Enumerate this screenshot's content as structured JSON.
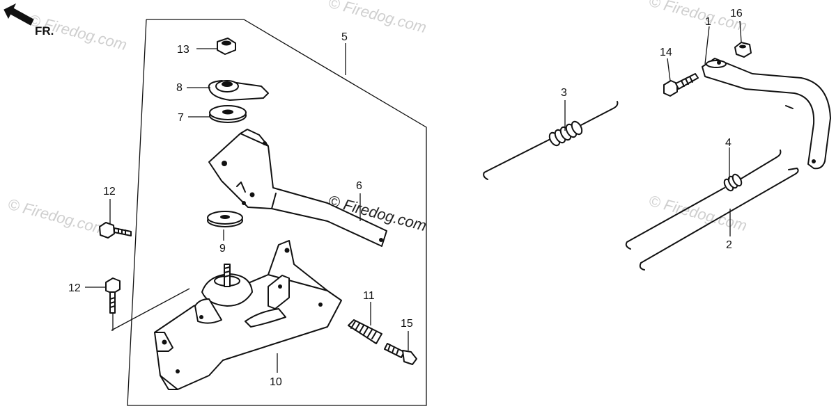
{
  "direction_indicator": {
    "label": "FR."
  },
  "watermark": {
    "text": "© Firedog.com"
  },
  "callouts": {
    "c1": "1",
    "c2": "2",
    "c3": "3",
    "c4": "4",
    "c5": "5",
    "c6": "6",
    "c7": "7",
    "c8": "8",
    "c9": "9",
    "c10": "10",
    "c11": "11",
    "c12a": "12",
    "c12b": "12",
    "c13": "13",
    "c14": "14",
    "c15": "15",
    "c16": "16"
  }
}
